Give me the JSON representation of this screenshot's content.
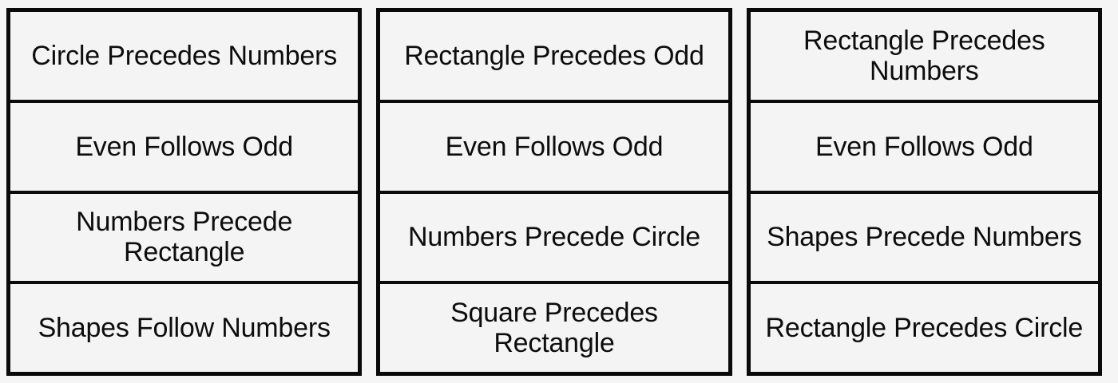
{
  "page": {
    "title": "Constraint Rule Panels",
    "background_color": "#f5f5f5",
    "cell_background_color": "#f4f4f4",
    "border_color": "#0a0a0a",
    "text_color": "#0d0d0d"
  },
  "panels": [
    {
      "name": "panel-left",
      "rows": [
        {
          "text": "Circle Precedes Numbers"
        },
        {
          "text": "Even Follows Odd"
        },
        {
          "text": "Numbers Precede Rectangle"
        },
        {
          "text": "Shapes Follow Numbers"
        }
      ]
    },
    {
      "name": "panel-middle",
      "rows": [
        {
          "text": "Rectangle Precedes Odd"
        },
        {
          "text": "Even Follows Odd"
        },
        {
          "text": "Numbers Precede Circle"
        },
        {
          "text": "Square Precedes Rectangle"
        }
      ]
    },
    {
      "name": "panel-right",
      "rows": [
        {
          "text": "Rectangle Precedes Numbers"
        },
        {
          "text": "Even Follows Odd"
        },
        {
          "text": "Shapes Precede Numbers"
        },
        {
          "text": "Rectangle Precedes Circle"
        }
      ]
    }
  ]
}
